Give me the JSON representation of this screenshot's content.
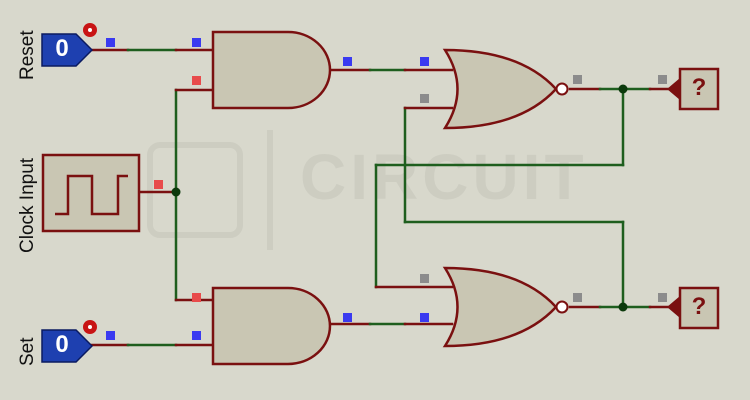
{
  "labels": {
    "reset": "Reset",
    "clock": "Clock Input",
    "set": "Set"
  },
  "inputs": {
    "reset_value": "0",
    "set_value": "0"
  },
  "outputs": {
    "q_probe": "?",
    "q_bar_probe": "?"
  },
  "watermark": "CIRCUIT",
  "colors": {
    "background": "#d8d8cc",
    "gate_fill": "#c9c6b3",
    "gate_stroke": "#7a1010",
    "wire": "#1e5e1e",
    "input_fill": "#1e40b0",
    "pin_blue": "#3a3af0",
    "pin_red": "#e84b4b",
    "pin_gray": "#8c8c8c"
  }
}
